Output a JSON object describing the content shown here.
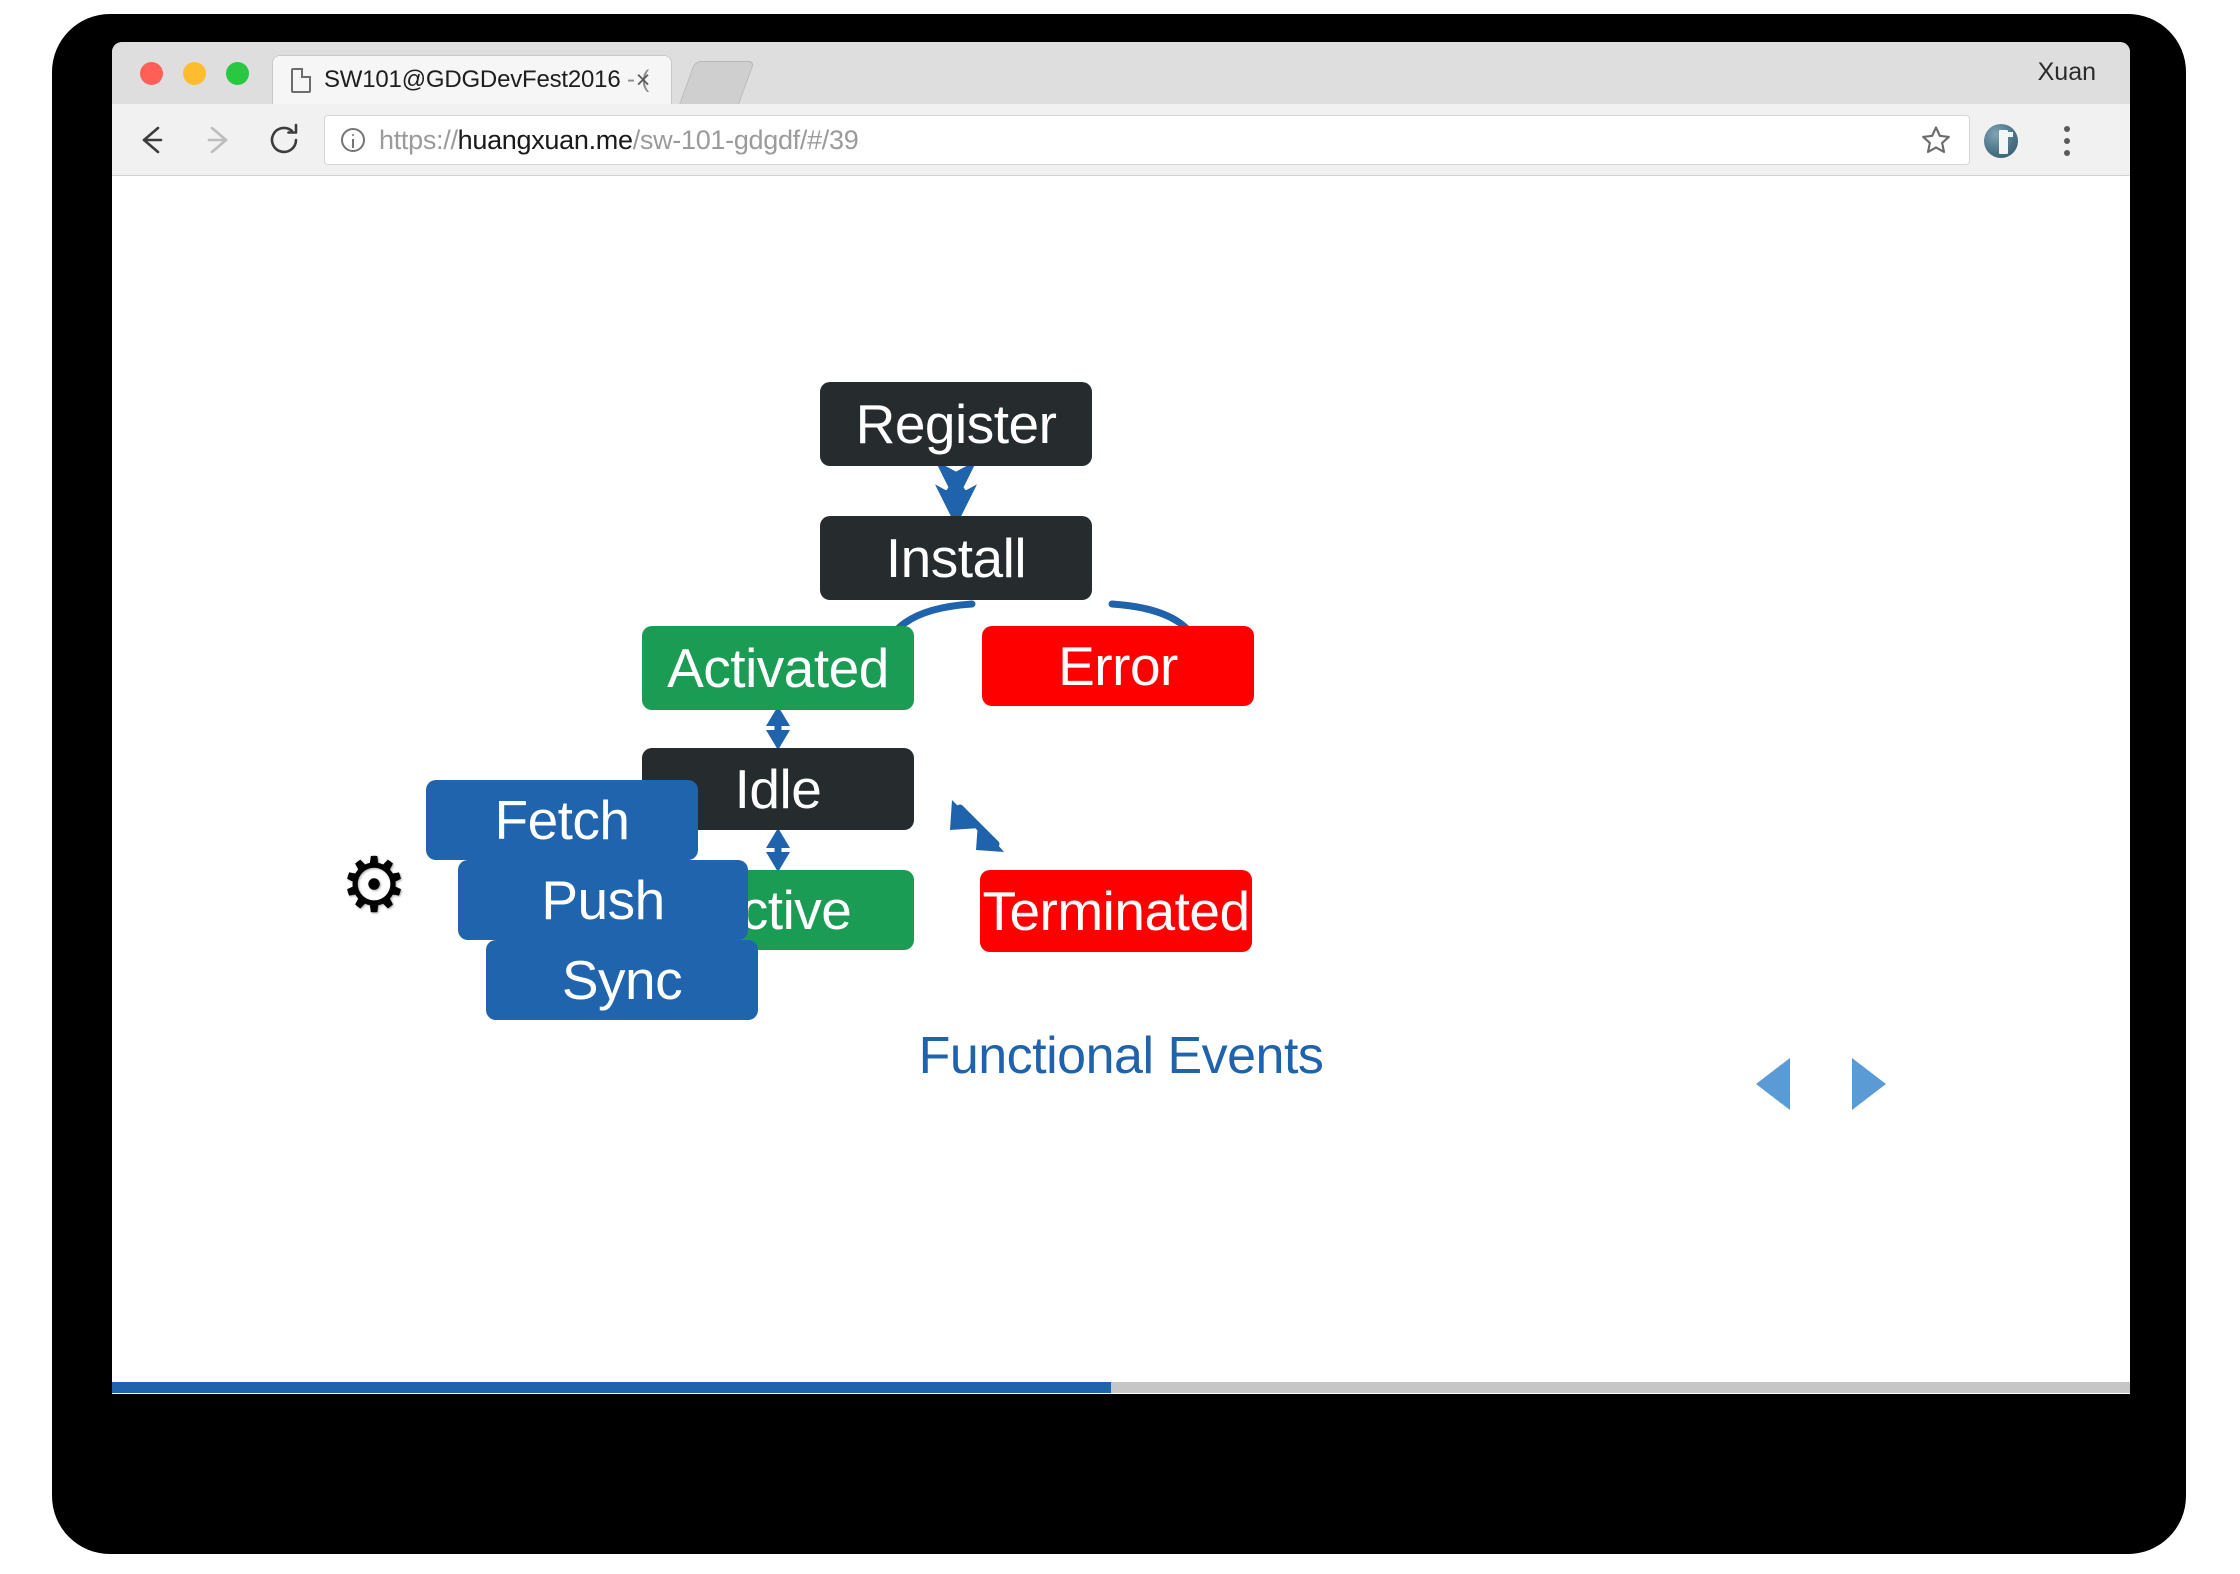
{
  "browser": {
    "profile_name": "Xuan",
    "tab": {
      "title": "SW101@GDGDevFest2016",
      "title_suffix": " - (",
      "close_label": "×",
      "favicon": "document-icon"
    },
    "omnibox": {
      "scheme": "https://",
      "host": "huangxuan.me",
      "path": "/sw-101-gdgdf/#/39",
      "security_icon": "info-circle-icon"
    },
    "toolbar_icons": {
      "back": "back-arrow-icon",
      "forward": "forward-arrow-icon",
      "reload": "reload-icon",
      "bookmark": "star-icon",
      "extension": "profile-avatar-icon",
      "menu": "three-dot-menu-icon"
    }
  },
  "slide": {
    "caption": "Functional Events",
    "caption_color": "#1f63ac",
    "progress_percent": 49.5,
    "nav": {
      "prev": "previous-slide-arrow",
      "next": "next-slide-arrow",
      "color": "#5b9bd5"
    },
    "gear_icon": "⚙",
    "palette": {
      "dark": "#262b2e",
      "green": "#1a9c54",
      "red": "#ff0000",
      "blue": "#2164ae",
      "arrow": "#1f63ac"
    },
    "nodes": [
      {
        "id": "register",
        "label": "Register",
        "color": "dark"
      },
      {
        "id": "install",
        "label": "Install",
        "color": "dark"
      },
      {
        "id": "activated",
        "label": "Activated",
        "color": "green"
      },
      {
        "id": "error",
        "label": "Error",
        "color": "red"
      },
      {
        "id": "idle",
        "label": "Idle",
        "color": "dark"
      },
      {
        "id": "active",
        "label": "Active",
        "color": "green"
      },
      {
        "id": "terminated",
        "label": "Terminated",
        "color": "red"
      },
      {
        "id": "fetch",
        "label": "Fetch",
        "color": "blue"
      },
      {
        "id": "push",
        "label": "Push",
        "color": "blue"
      },
      {
        "id": "sync",
        "label": "Sync",
        "color": "blue"
      }
    ],
    "edges": [
      {
        "from": "register",
        "to": "install",
        "style": "double-vertical"
      },
      {
        "from": "install",
        "to": "activated",
        "style": "curve-left-down"
      },
      {
        "from": "install",
        "to": "error",
        "style": "curve-right-down"
      },
      {
        "from": "activated",
        "to": "idle",
        "style": "double-vertical"
      },
      {
        "from": "idle",
        "to": "active",
        "style": "double-vertical"
      },
      {
        "from": "active",
        "to": "terminated",
        "style": "double-diagonal"
      }
    ]
  }
}
